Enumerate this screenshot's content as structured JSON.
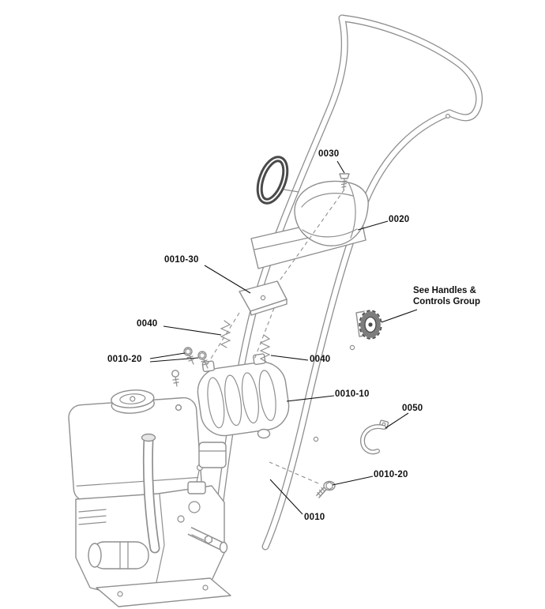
{
  "diagram": {
    "note": "See Handles &\nControls Group",
    "labels": [
      {
        "text": "0030"
      },
      {
        "text": "0020"
      },
      {
        "text": "0010-30"
      },
      {
        "text": "0040"
      },
      {
        "text": "0010-20"
      },
      {
        "text": "0040"
      },
      {
        "text": "0010-10"
      },
      {
        "text": "0050"
      },
      {
        "text": "0010-20"
      },
      {
        "text": "0010"
      }
    ]
  },
  "colors": {
    "line": "#8f8f8f",
    "dark": "#4a4a4a",
    "label": "#111111",
    "background": "#ffffff"
  }
}
